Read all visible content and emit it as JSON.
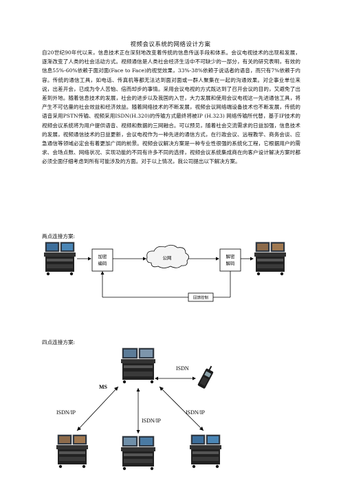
{
  "doc": {
    "title": "视频会议系统的网络设计方案",
    "paragraph": "自20世纪90年代以来，信息技术正在深刻地改变着传统的信息传送手段和体系。会议电视技术的出现和发展，逐渐改变了人类的社会活动方式。视频通信是人类社会经济生活中不可缺少的一部分，有关的研究表明，有效的信息55%-60%依赖于面对面(Face to Face)的视觉效果，33%-38%依赖于说话者的语音，而只有7%依赖于内容。传统的通信工具，如电话、传真机等都无法达到面对面或一群人聚集在一起的沟通效果。对企事业单位来说，出差开会，已成为令人苦恼、倍而却步的事情。采用会议电视的方式既达到了召开会议的目的，又避免了出差到外地。随着信息技术的发展，社会的进步以及我国的入世，大力发展和使用会议电视这一先进通信工具，将产生不可估量的社会效益和经济效益。随着网络技术的不断发展，视频会议网络端设备技术也不断发展，传统的语音采用PSTN传输、视频采用ISDN(H.320)的传输方式最终将被IP (H.323) 网络传输所代替，基于IP技术的视频会议系统将为用户提供语音、视频和数据的三网融合。可以预见，随着社会交流需求的日益加强，信息技术的发展，视频通信技术的日益更新，会议电视作为一种先进的通信方式，在行政会议、远程教学、商务会谈、应急通信等领域必定会有着更加广阔的前景。视频会议解决方案是一种专业性很强的系统化工程，它根据用户的需求、会场点数、网络状况、实现功能的不同有许多不同的选择，视频会议系统集成商在向客户设计解决方案时都必须全面仔细考虑到所有可能涉及的方面。对于以上情况，我公司提出以下解决方案。",
    "heading_two_point": "两点连接方案:",
    "heading_four_point": "四点连接方案:"
  },
  "diagram1": {
    "encoder_label": [
      "加密",
      "编码"
    ],
    "network_label": "公网",
    "decoder_label": [
      "解密",
      "解码"
    ],
    "feedback_label": "回馈控制"
  },
  "diagram2": {
    "ms_label": "MS",
    "isdn_label": "ISDN",
    "isdn_ip_left": "ISDN/IP",
    "isdn_ip_right": "ISDN/IP",
    "isdn_ip_center": "ISDN/IP"
  }
}
